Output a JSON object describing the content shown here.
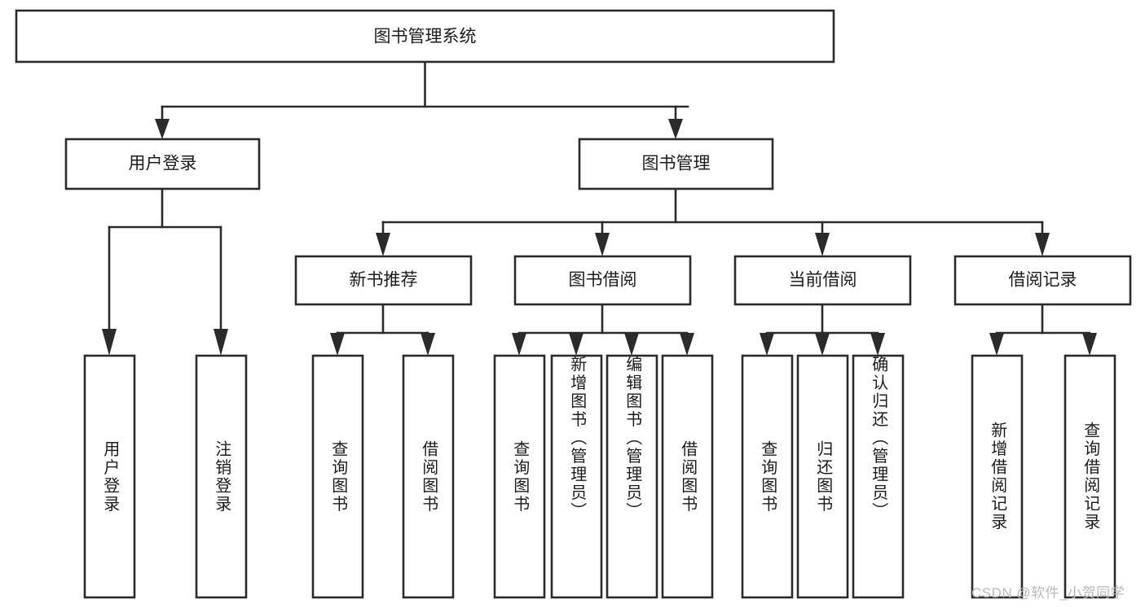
{
  "diagram": {
    "type": "tree",
    "title": "图书管理系统",
    "orientation": "top-down",
    "colors": {
      "stroke": "#2b2b2b",
      "fill": "#ffffff",
      "text": "#1c1c1c",
      "watermark": "#b9b9b9",
      "background": "#ffffff"
    },
    "root": {
      "label": "图书管理系统",
      "level": 0,
      "text_direction": "horizontal"
    },
    "level1": [
      {
        "label": "用户登录",
        "text_direction": "horizontal"
      },
      {
        "label": "图书管理",
        "text_direction": "horizontal"
      }
    ],
    "level2": [
      {
        "label": "新书推荐",
        "text_direction": "horizontal",
        "parent": "图书管理"
      },
      {
        "label": "图书借阅",
        "text_direction": "horizontal",
        "parent": "图书管理"
      },
      {
        "label": "当前借阅",
        "text_direction": "horizontal",
        "parent": "图书管理"
      },
      {
        "label": "借阅记录",
        "text_direction": "horizontal",
        "parent": "图书管理"
      }
    ],
    "leaves": {
      "用户登录": [
        {
          "label": "用户登录",
          "text_direction": "vertical"
        },
        {
          "label": "注销登录",
          "text_direction": "vertical"
        }
      ],
      "新书推荐": [
        {
          "label": "查询图书",
          "text_direction": "vertical"
        },
        {
          "label": "借阅图书",
          "text_direction": "vertical"
        }
      ],
      "图书借阅": [
        {
          "label": "查询图书",
          "text_direction": "vertical"
        },
        {
          "label": "新增图书（管理员）",
          "text_direction": "vertical"
        },
        {
          "label": "编辑图书（管理员）",
          "text_direction": "vertical"
        },
        {
          "label": "借阅图书",
          "text_direction": "vertical"
        }
      ],
      "当前借阅": [
        {
          "label": "查询图书",
          "text_direction": "vertical"
        },
        {
          "label": "归还图书",
          "text_direction": "vertical"
        },
        {
          "label": "确认归还（管理员）",
          "text_direction": "vertical"
        }
      ],
      "借阅记录": [
        {
          "label": "新增借阅记录",
          "text_direction": "vertical"
        },
        {
          "label": "查询借阅记录",
          "text_direction": "vertical"
        }
      ]
    }
  },
  "watermark": {
    "text": "CSDN @软件_小贺同学"
  }
}
